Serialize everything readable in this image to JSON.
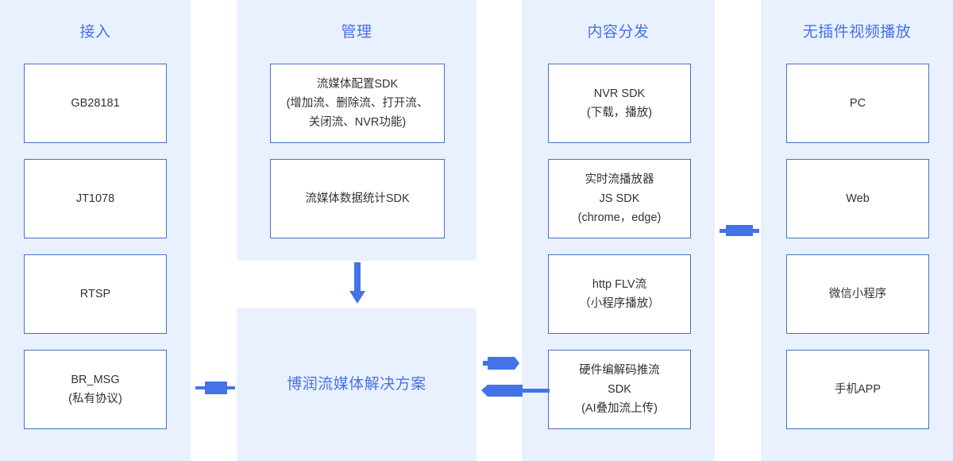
{
  "diagram": {
    "title_color": "#4472e8",
    "band_color": "#eaf1fe",
    "node_border_color": "#4472c4",
    "arrow_color": "#4472e8",
    "columns": [
      {
        "key": "access",
        "title": "接入",
        "nodes": [
          {
            "lines": [
              "GB28181"
            ]
          },
          {
            "lines": [
              "JT1078"
            ]
          },
          {
            "lines": [
              "RTSP"
            ]
          },
          {
            "lines": [
              "BR_MSG",
              "(私有协议)"
            ]
          }
        ]
      },
      {
        "key": "management",
        "title": "管理",
        "nodes": [
          {
            "lines": [
              "流媒体配置SDK",
              "(增加流、删除流、打开流、",
              "关闭流、NVR功能)"
            ]
          },
          {
            "lines": [
              "流媒体数据统计SDK"
            ]
          }
        ]
      },
      {
        "key": "content-distribution",
        "title": "内容分发",
        "nodes": [
          {
            "lines": [
              "NVR SDK",
              "(下载，播放)"
            ]
          },
          {
            "lines": [
              "实时流播放器",
              "JS SDK",
              "(chrome，edge)"
            ]
          },
          {
            "lines": [
              "http FLV流",
              "（小程序播放）"
            ]
          },
          {
            "lines": [
              "硬件编解码推流",
              "SDK",
              "(AI叠加流上传)"
            ]
          }
        ]
      },
      {
        "key": "pluginless-playback",
        "title": "无插件视频播放",
        "nodes": [
          {
            "lines": [
              "PC"
            ]
          },
          {
            "lines": [
              "Web"
            ]
          },
          {
            "lines": [
              "微信小程序"
            ]
          },
          {
            "lines": [
              "手机APP"
            ]
          }
        ]
      }
    ],
    "center": {
      "label": "博润流媒体解决方案"
    },
    "connectors": [
      {
        "key": "management-to-center",
        "direction": "down"
      },
      {
        "key": "access-to-center",
        "direction": "right"
      },
      {
        "key": "center-to-distribution",
        "direction": "right"
      },
      {
        "key": "distribution-to-center",
        "direction": "left"
      },
      {
        "key": "distribution-to-playback",
        "direction": "both"
      }
    ]
  }
}
